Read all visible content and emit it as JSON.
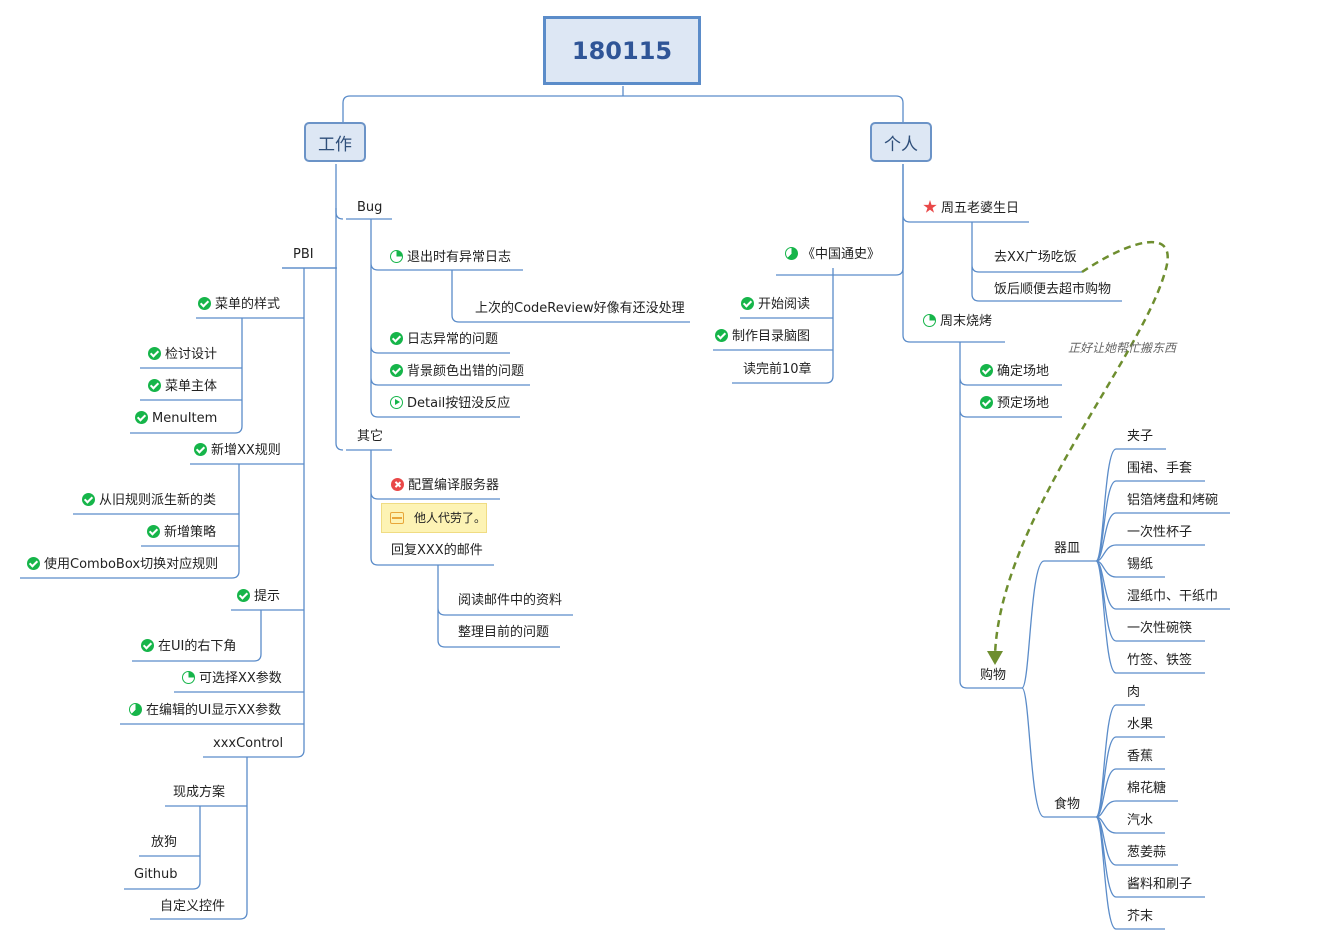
{
  "colors": {
    "line": "#5b8cc9",
    "relationship": "#6e8e2f",
    "done": "#16b54a",
    "error": "#e94848",
    "note_bg": "#fdf3b4"
  },
  "root": {
    "title": "180115"
  },
  "work": {
    "label": "工作",
    "pbi": {
      "label": "PBI",
      "menu_style": {
        "label": "菜单的样式",
        "children": [
          "检讨设计",
          "菜单主体",
          "MenuItem"
        ]
      },
      "new_rule": {
        "label": "新增XX规则",
        "children": [
          "从旧规则派生新的类",
          "新增策略",
          "使用ComboBox切换对应规则"
        ]
      },
      "tips": {
        "label": "提示",
        "children": [
          "在UI的右下角"
        ]
      },
      "select_param": "可选择XX参数",
      "show_param": "在编辑的UI显示XX参数",
      "xxx_control": {
        "label": "xxxControl",
        "children": [
          "现成方案",
          "放狗",
          "Github",
          "自定义控件"
        ]
      }
    },
    "bug": {
      "label": "Bug",
      "items": [
        "退出时有异常日志",
        "日志异常的问题",
        "背景颜色出错的问题",
        "Detail按钮没反应"
      ],
      "sub": "上次的CodeReview好像有还没处理"
    },
    "other": {
      "label": "其它",
      "config": "配置编译服务器",
      "note": "他人代劳了。",
      "reply": "回复XXX的邮件",
      "reply_children": [
        "阅读邮件中的资料",
        "整理目前的问题"
      ]
    }
  },
  "personal": {
    "label": "个人",
    "history": {
      "label": "《中国通史》",
      "children": [
        "开始阅读",
        "制作目录脑图",
        "读完前10章"
      ]
    },
    "birthday": {
      "label": "周五老婆生日",
      "children": [
        "去XX广场吃饭",
        "饭后顺便去超市购物"
      ]
    },
    "bbq": {
      "label": "周末烧烤",
      "children": [
        "确定场地",
        "预定场地"
      ],
      "shopping": {
        "label": "购物",
        "utensils": {
          "label": "器皿",
          "items": [
            "夹子",
            "围裙、手套",
            "铝箔烤盘和烤碗",
            "一次性杯子",
            "锡纸",
            "湿纸巾、干纸巾",
            "一次性碗筷",
            "竹签、铁签"
          ]
        },
        "food": {
          "label": "食物",
          "items": [
            "肉",
            "水果",
            "香蕉",
            "棉花糖",
            "汽水",
            "葱姜蒜",
            "酱料和刷子",
            "芥末"
          ]
        }
      }
    },
    "relationship": "正好让她帮忙搬东西"
  }
}
